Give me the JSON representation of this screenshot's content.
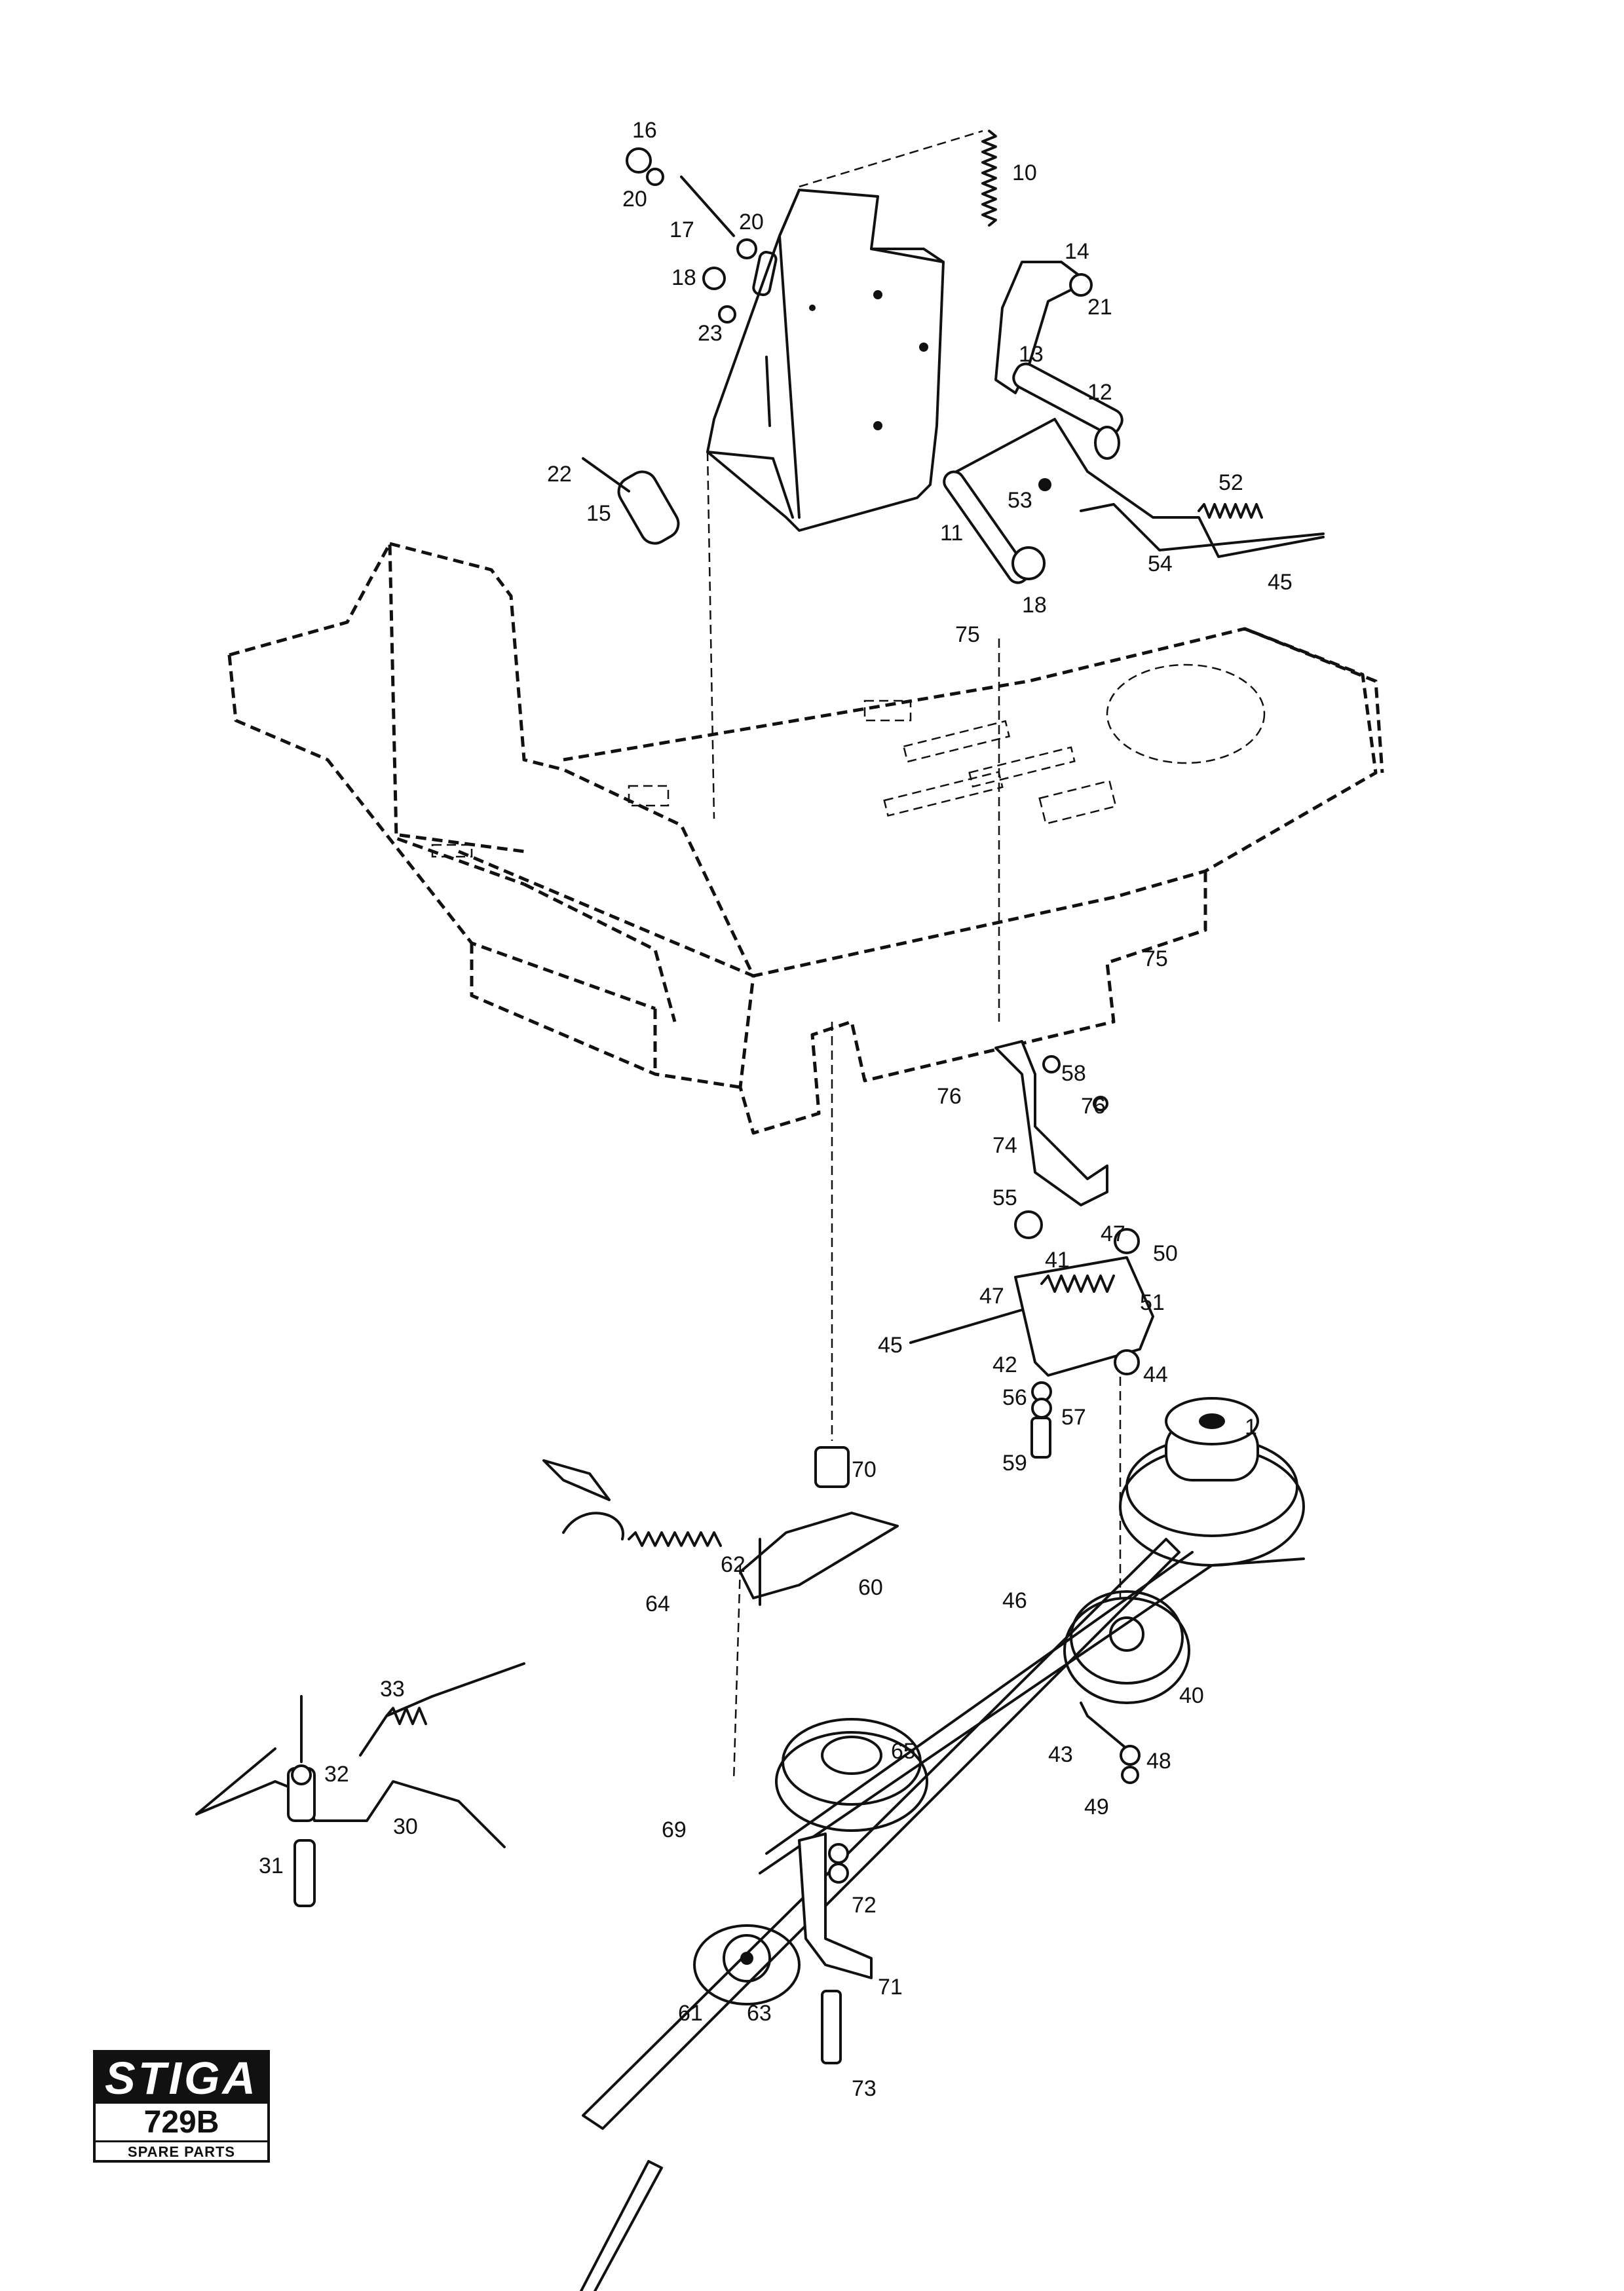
{
  "logo": {
    "brand": "STIGA",
    "model": "729B",
    "caption": "SPARE PARTS"
  },
  "callouts": [
    {
      "id": "c16",
      "text": "16"
    },
    {
      "id": "c20a",
      "text": "20"
    },
    {
      "id": "c17",
      "text": "17"
    },
    {
      "id": "c20b",
      "text": "20"
    },
    {
      "id": "c10",
      "text": "10"
    },
    {
      "id": "c14",
      "text": "14"
    },
    {
      "id": "c21",
      "text": "21"
    },
    {
      "id": "c18a",
      "text": "18"
    },
    {
      "id": "c23",
      "text": "23"
    },
    {
      "id": "c13",
      "text": "13"
    },
    {
      "id": "c12",
      "text": "12"
    },
    {
      "id": "c22",
      "text": "22"
    },
    {
      "id": "c15",
      "text": "15"
    },
    {
      "id": "c52",
      "text": "52"
    },
    {
      "id": "c53",
      "text": "53"
    },
    {
      "id": "c11",
      "text": "11"
    },
    {
      "id": "c54",
      "text": "54"
    },
    {
      "id": "c45a",
      "text": "45"
    },
    {
      "id": "c18b",
      "text": "18"
    },
    {
      "id": "c75a",
      "text": "75"
    },
    {
      "id": "c75b",
      "text": "75"
    },
    {
      "id": "c58",
      "text": "58"
    },
    {
      "id": "c76a",
      "text": "76"
    },
    {
      "id": "c76b",
      "text": "76"
    },
    {
      "id": "c74",
      "text": "74"
    },
    {
      "id": "c55",
      "text": "55"
    },
    {
      "id": "c47a",
      "text": "47"
    },
    {
      "id": "c50",
      "text": "50"
    },
    {
      "id": "c41",
      "text": "41"
    },
    {
      "id": "c47b",
      "text": "47"
    },
    {
      "id": "c51",
      "text": "51"
    },
    {
      "id": "c45b",
      "text": "45"
    },
    {
      "id": "c42",
      "text": "42"
    },
    {
      "id": "c44",
      "text": "44"
    },
    {
      "id": "c56",
      "text": "56"
    },
    {
      "id": "c57",
      "text": "57"
    },
    {
      "id": "c1",
      "text": "1"
    },
    {
      "id": "c59",
      "text": "59"
    },
    {
      "id": "c70",
      "text": "70"
    },
    {
      "id": "c62",
      "text": "62"
    },
    {
      "id": "c60",
      "text": "60"
    },
    {
      "id": "c64",
      "text": "64"
    },
    {
      "id": "c46",
      "text": "46"
    },
    {
      "id": "c40",
      "text": "40"
    },
    {
      "id": "c33",
      "text": "33"
    },
    {
      "id": "c65",
      "text": "65"
    },
    {
      "id": "c43",
      "text": "43"
    },
    {
      "id": "c48",
      "text": "48"
    },
    {
      "id": "c32",
      "text": "32"
    },
    {
      "id": "c30",
      "text": "30"
    },
    {
      "id": "c69",
      "text": "69"
    },
    {
      "id": "c49",
      "text": "49"
    },
    {
      "id": "c31",
      "text": "31"
    },
    {
      "id": "c72",
      "text": "72"
    },
    {
      "id": "c71",
      "text": "71"
    },
    {
      "id": "c61",
      "text": "61"
    },
    {
      "id": "c63",
      "text": "63"
    },
    {
      "id": "c73",
      "text": "73"
    }
  ]
}
